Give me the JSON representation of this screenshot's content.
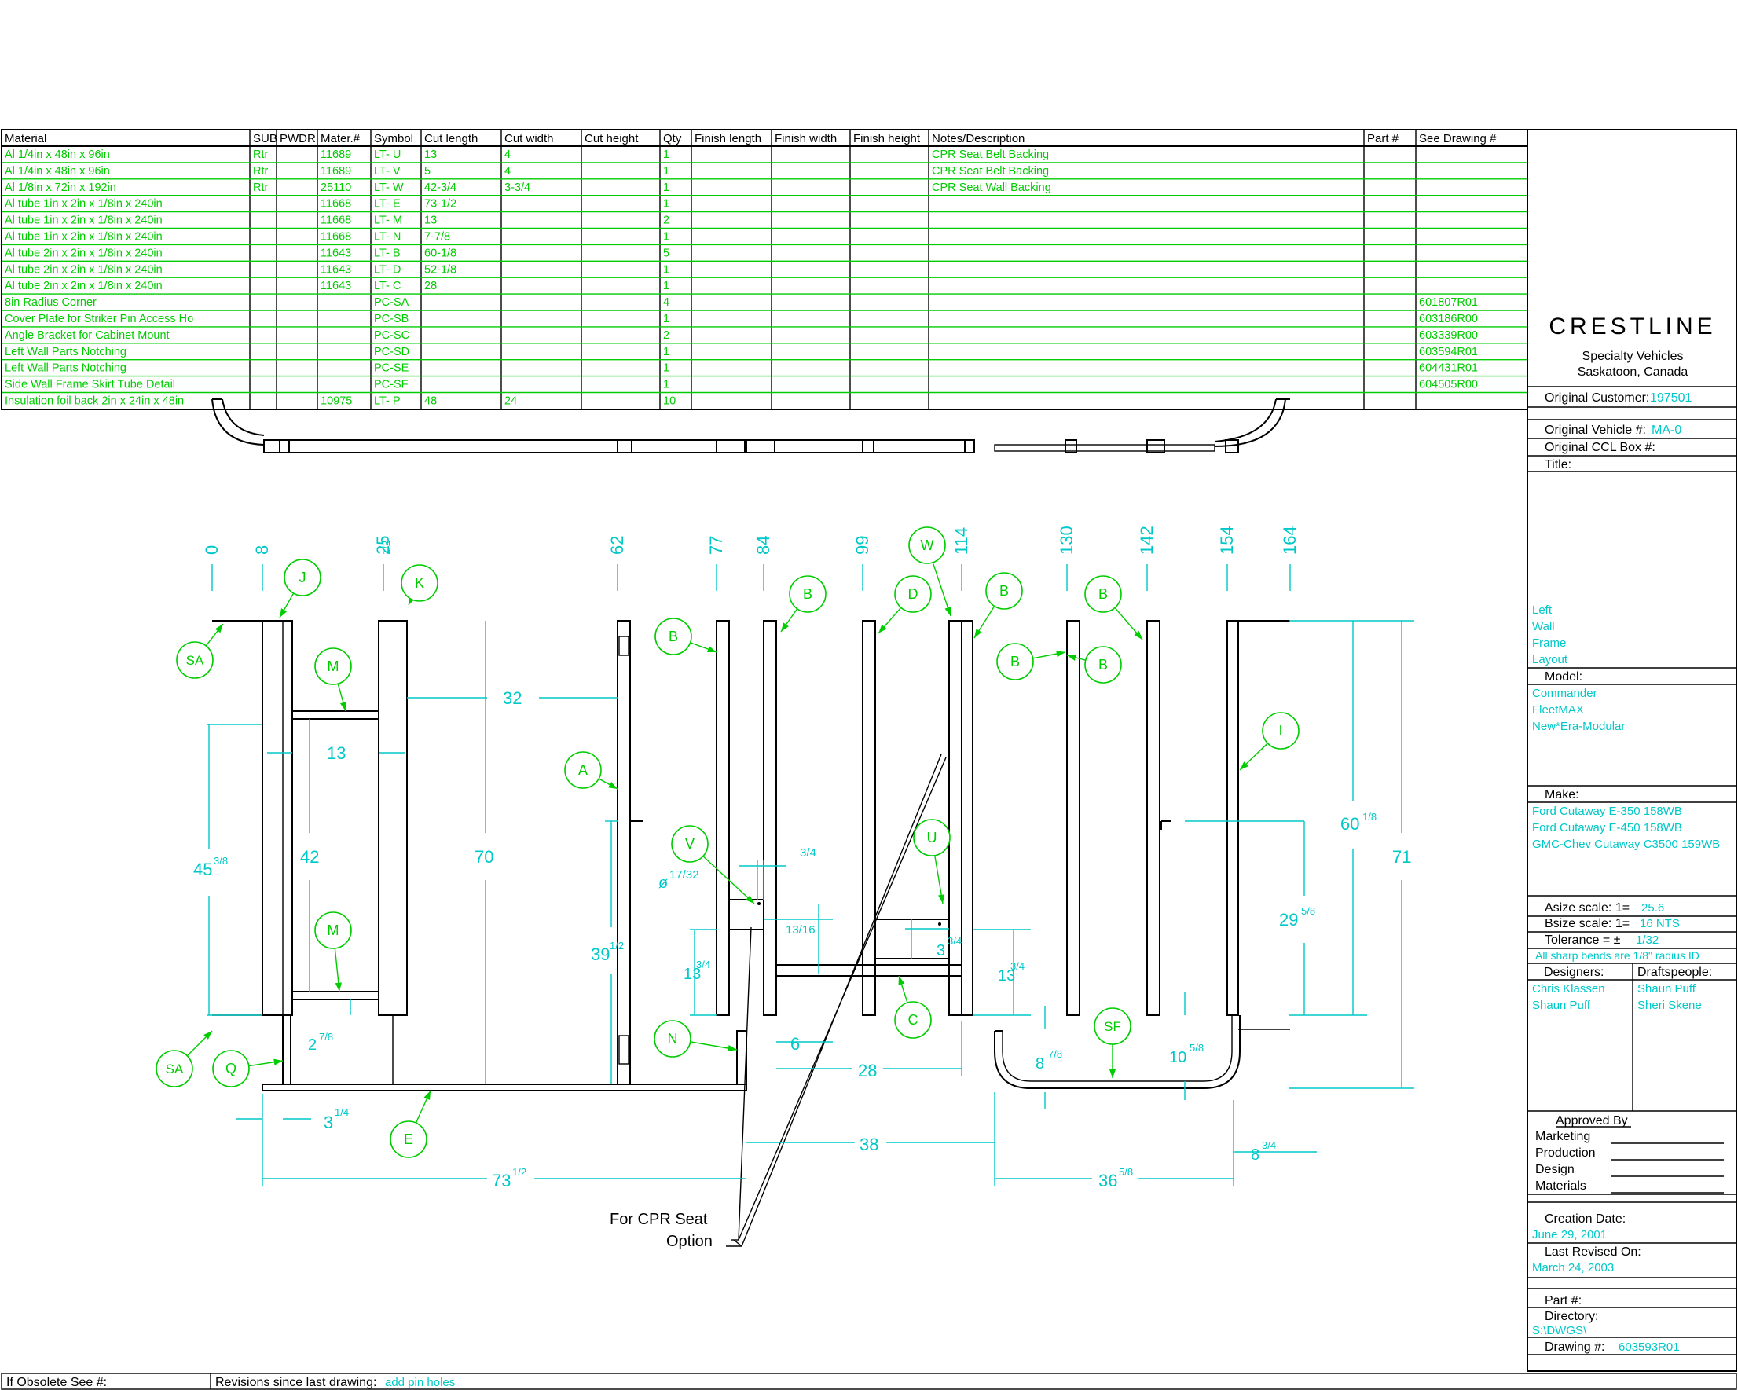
{
  "bom": {
    "headers": [
      "Material",
      "SUB",
      "PWDR",
      "Mater.#",
      "Symbol",
      "Cut length",
      "Cut width",
      "Cut height",
      "Qty",
      "Finish length",
      "Finish width",
      "Finish height",
      "Notes/Description",
      "Part #",
      "See Drawing #"
    ],
    "rows": [
      [
        "Al 1/4in x 48in x 96in",
        "Rtr",
        "",
        "11689",
        "LT- U",
        "13",
        "4",
        "",
        "1",
        "",
        "",
        "",
        "CPR Seat Belt Backing",
        "",
        ""
      ],
      [
        "Al 1/4in x 48in x 96in",
        "Rtr",
        "",
        "11689",
        "LT- V",
        "5",
        "4",
        "",
        "1",
        "",
        "",
        "",
        "CPR Seat Belt Backing",
        "",
        ""
      ],
      [
        "Al 1/8in x 72in x 192in",
        "Rtr",
        "",
        "25110",
        "LT- W",
        "42-3/4",
        "3-3/4",
        "",
        "1",
        "",
        "",
        "",
        "CPR Seat Wall Backing",
        "",
        ""
      ],
      [
        "Al tube 1in x 2in x 1/8in x 240in",
        "",
        "",
        "11668",
        "LT- E",
        "73-1/2",
        "",
        "",
        "1",
        "",
        "",
        "",
        "",
        "",
        ""
      ],
      [
        "Al tube 1in x 2in x 1/8in x 240in",
        "",
        "",
        "11668",
        "LT- M",
        "13",
        "",
        "",
        "2",
        "",
        "",
        "",
        "",
        "",
        ""
      ],
      [
        "Al tube 1in x 2in x 1/8in x 240in",
        "",
        "",
        "11668",
        "LT- N",
        "7-7/8",
        "",
        "",
        "1",
        "",
        "",
        "",
        "",
        "",
        ""
      ],
      [
        "Al tube 2in x 2in x 1/8in x 240in",
        "",
        "",
        "11643",
        "LT- B",
        "60-1/8",
        "",
        "",
        "5",
        "",
        "",
        "",
        "",
        "",
        ""
      ],
      [
        "Al tube 2in x 2in x 1/8in x 240in",
        "",
        "",
        "11643",
        "LT- D",
        "52-1/8",
        "",
        "",
        "1",
        "",
        "",
        "",
        "",
        "",
        ""
      ],
      [
        "Al tube 2in x 2in x 1/8in x 240in",
        "",
        "",
        "11643",
        "LT- C",
        "28",
        "",
        "",
        "1",
        "",
        "",
        "",
        "",
        "",
        ""
      ],
      [
        "8in Radius Corner",
        "",
        "",
        "",
        "PC-SA",
        "",
        "",
        "",
        "4",
        "",
        "",
        "",
        "",
        "",
        "601807R01"
      ],
      [
        "Cover Plate for Striker Pin Access Ho",
        "",
        "",
        "",
        "PC-SB",
        "",
        "",
        "",
        "1",
        "",
        "",
        "",
        "",
        "",
        "603186R00"
      ],
      [
        "Angle Bracket for Cabinet Mount",
        "",
        "",
        "",
        "PC-SC",
        "",
        "",
        "",
        "2",
        "",
        "",
        "",
        "",
        "",
        "603339R00"
      ],
      [
        "Left Wall Parts Notching",
        "",
        "",
        "",
        "PC-SD",
        "",
        "",
        "",
        "1",
        "",
        "",
        "",
        "",
        "",
        "603594R01"
      ],
      [
        "Left Wall Parts Notching",
        "",
        "",
        "",
        "PC-SE",
        "",
        "",
        "",
        "1",
        "",
        "",
        "",
        "",
        "",
        "604431R01"
      ],
      [
        "Side Wall Frame Skirt Tube    Detail",
        "",
        "",
        "",
        "PC-SF",
        "",
        "",
        "",
        "1",
        "",
        "",
        "",
        "",
        "",
        "604505R00"
      ],
      [
        "Insulation foil back 2in x 24in x 48in",
        "",
        "",
        "10975",
        "LT- P",
        "48",
        "24",
        "",
        "10",
        "",
        "",
        "",
        "",
        "",
        ""
      ]
    ]
  },
  "title_block": {
    "company": "CRESTLINE",
    "company_sub1": "Specialty Vehicles",
    "company_sub2": "Saskatoon, Canada",
    "original_customer_label": "Original Customer:",
    "original_customer": "197501",
    "original_vehicle_label": "Original Vehicle #:",
    "original_vehicle": "MA-0",
    "original_ccl_label": "Original CCL Box #:",
    "title_label": "Title:",
    "title_lines": [
      "Left",
      "Wall",
      "Frame",
      "Layout"
    ],
    "model_label": "Model:",
    "models": [
      "Commander",
      "FleetMAX",
      "New*Era-Modular"
    ],
    "make_label": "Make:",
    "makes": [
      "Ford Cutaway E-350 158WB",
      "Ford Cutaway E-450 158WB",
      "GMC-Chev Cutaway C3500 159WB"
    ],
    "asize_label": "Asize scale:  1=",
    "asize": "25.6",
    "bsize_label": "Bsize scale:  1=",
    "bsize": "16 NTS",
    "tolerance_label": "Tolerance = ±",
    "tolerance": "1/32",
    "bends_note": "All sharp bends are 1/8\" radius ID",
    "designers_label": "Designers:",
    "designers": [
      "Chris Klassen",
      "Shaun Puff"
    ],
    "draftspeople_label": "Draftspeople:",
    "draftspeople": [
      "Shaun Puff",
      "Sheri Skene"
    ],
    "approved_label": "Approved By",
    "approvals": [
      "Marketing",
      "Production",
      "Design",
      "Materials"
    ],
    "creation_label": "Creation Date:",
    "creation_date": "June 29, 2001",
    "revised_label": "Last Revised On:",
    "revised_date": "March 24, 2003",
    "part_label": "Part #:",
    "directory_label": "Directory:",
    "directory": "S:\\DWGS\\",
    "drawing_label": "Drawing #:",
    "drawing_no": "603593R01"
  },
  "footer": {
    "obsolete_label": "If Obsolete See #:",
    "revisions_label": "Revisions since last drawing:",
    "revisions": "add pin holes"
  },
  "drawing": {
    "stations": [
      "0",
      "8",
      "25",
      "62",
      "77",
      "84",
      "99",
      "114",
      "130",
      "142",
      "154",
      "164"
    ],
    "station_25_fraction": "1/2",
    "callouts": [
      "J",
      "K",
      "B",
      "B",
      "D",
      "W",
      "B",
      "B",
      "B",
      "B",
      "SA",
      "M",
      "A",
      "I",
      "V",
      "U",
      "M",
      "C",
      "N",
      "SF",
      "SA",
      "Q",
      "E"
    ],
    "dims": {
      "d32": "32",
      "d13": "13",
      "d42": "42",
      "d70": "70",
      "d45": "45",
      "d45f": "3/8",
      "d39": "39",
      "d39f": "1/2",
      "d2": "2",
      "d2f": "7/8",
      "d3": "3",
      "d3f": "1/4",
      "d73": "73",
      "d73f": "1/2",
      "d34": "3/4",
      "dphi": "ø",
      "dphif": "17/32",
      "d13b": "13",
      "d13bf": "3/4",
      "d1316": "13/16",
      "d6": "6",
      "d28": "28",
      "d38": "38",
      "d3b": "3",
      "d3bf": "3/4",
      "d13c": "13",
      "d13cf": "3/4",
      "d60": "60",
      "d60f": "1/8",
      "d71": "71",
      "d29": "29",
      "d29f": "5/8",
      "d8": "8",
      "d8f": "7/8",
      "d10": "10",
      "d10f": "5/8",
      "d8b": "8",
      "d8bf": "3/4",
      "d36": "36",
      "d36f": "5/8"
    },
    "cpr_note_1": "For CPR Seat",
    "cpr_note_2": "Option"
  }
}
